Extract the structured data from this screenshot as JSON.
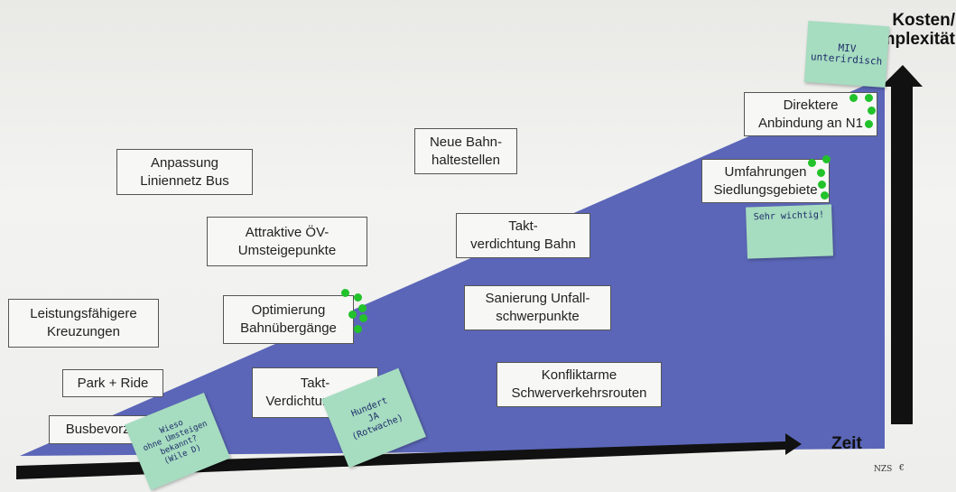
{
  "axes": {
    "y_label": "Kosten/\nKomplexität",
    "x_label": "Zeit"
  },
  "cards": [
    {
      "id": "anpassung",
      "text": "Anpassung\nLiniennetz Bus"
    },
    {
      "id": "neue-bahn",
      "text": "Neue Bahn-\nhaltestellen"
    },
    {
      "id": "attraktive",
      "text": "Attraktive ÖV-\nUmsteigepunkte"
    },
    {
      "id": "takt-bahn",
      "text": "Takt-\nverdichtung Bahn"
    },
    {
      "id": "leistung",
      "text": "Leistungsfähigere\nKreuzungen"
    },
    {
      "id": "optimierung",
      "text": "Optimierung\nBahnübergänge"
    },
    {
      "id": "sanierung",
      "text": "Sanierung Unfall-\nschwerpunkte"
    },
    {
      "id": "park",
      "text": "Park + Ride"
    },
    {
      "id": "takt-bus",
      "text": "Takt-\nVerdichtung Bus"
    },
    {
      "id": "konflikt",
      "text": "Konfliktarme\nSchwerverkehrsrouten"
    },
    {
      "id": "busbev",
      "text": "Busbevorzugung"
    },
    {
      "id": "umfahrungen",
      "text": "Umfahrungen\nSiedlungsgebiete"
    },
    {
      "id": "direktere",
      "text": "Direktere\nAnbindung an N1"
    }
  ],
  "notes": [
    {
      "id": "miv",
      "text": "MIV\nunterirdisch"
    },
    {
      "id": "sehr",
      "text": "Sehr wichtig!"
    },
    {
      "id": "hundert",
      "text": "Hundert\nJA\n(Rotwache)"
    },
    {
      "id": "wieso",
      "text": "Wieso\nohne Umsteigen\nbekannt?\n(Wile D)"
    }
  ],
  "votes": {
    "optimierung": 6,
    "umfahrungen": 5,
    "direktere": 4
  },
  "footer": {
    "left": "NZS",
    "right": "€"
  },
  "colors": {
    "area": "#5b66b8",
    "arrow": "#111111",
    "note": "#a6dcc0",
    "dot": "#22c22a"
  }
}
